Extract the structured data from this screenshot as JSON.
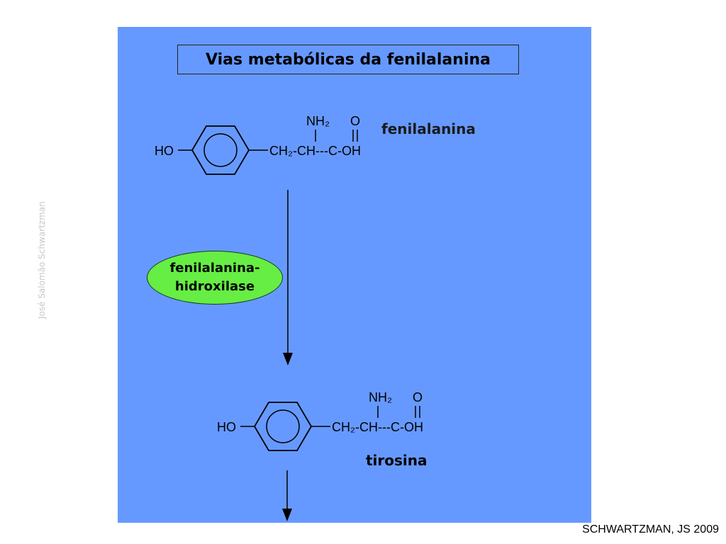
{
  "title": "Vias metabólicas da fenilalanina",
  "molecules": [
    {
      "name": "fenilalanina",
      "formula": {
        "left_group": "HO",
        "chain": "CH₂-CH---C-OH",
        "amino_group": "NH₂",
        "oxo_group": "O"
      }
    },
    {
      "name": "tirosina",
      "formula": {
        "left_group": "HO",
        "chain": "CH₂-CH---C-OH",
        "amino_group": "NH₂",
        "oxo_group": "O"
      }
    }
  ],
  "enzyme": {
    "line1": "fenilalanina-",
    "line2": "hidroxilase"
  },
  "watermark": "José Salomão Schwartzman",
  "credit": "SCHWARTZMAN, JS 2009",
  "colors": {
    "panel": "#6699ff",
    "enzyme_fill": "#66ee44"
  }
}
